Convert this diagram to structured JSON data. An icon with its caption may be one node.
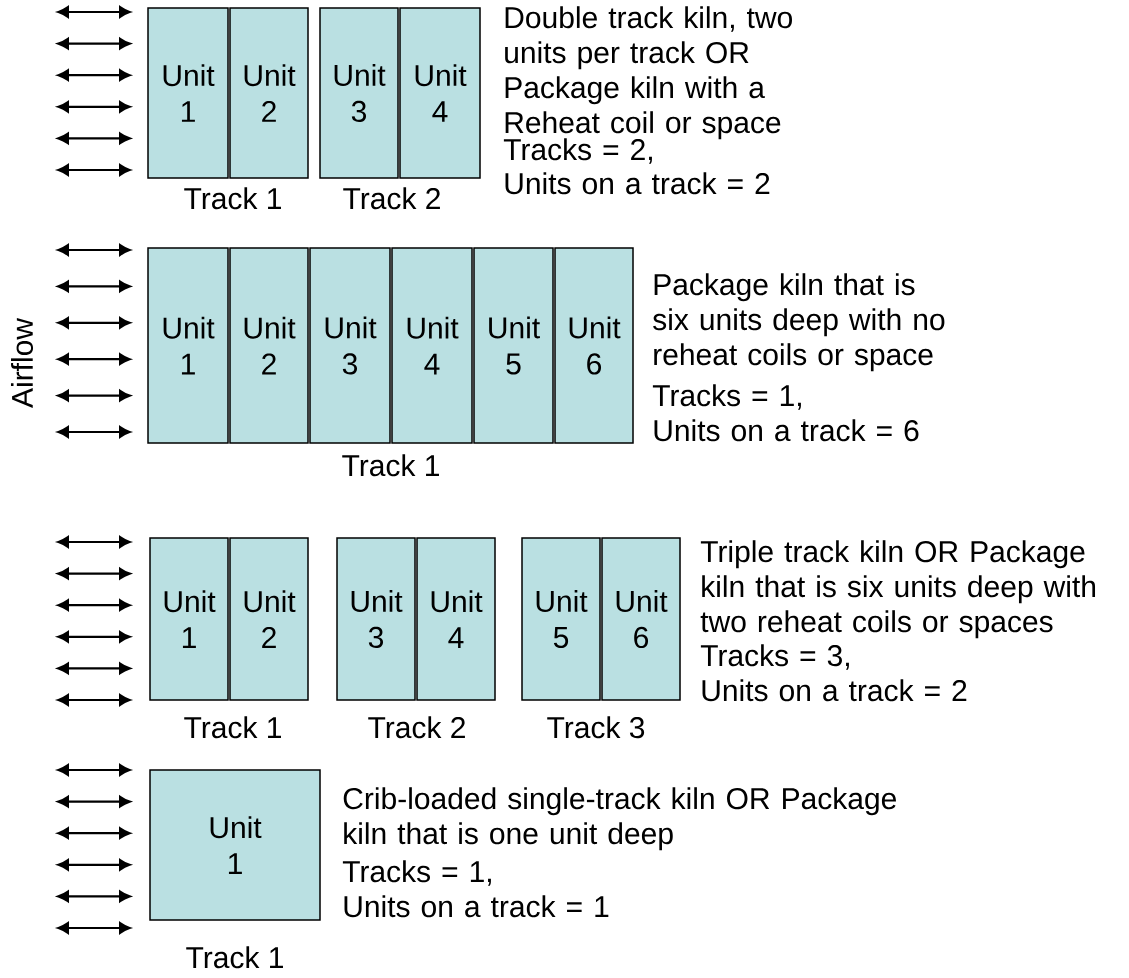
{
  "diagram": {
    "nodes": [
      {
        "text": [
          "Unit 1"
        ]
      },
      {
        "text": [
          "Unit 2"
        ]
      },
      {
        "text": [
          "Unit 3"
        ]
      },
      {
        "text": [
          "Unit 4"
        ]
      },
      {
        "text": [
          "Unit 1"
        ]
      },
      {
        "text": [
          "Unit 2"
        ]
      },
      {
        "text": [
          "Unit 3"
        ]
      },
      {
        "text": [
          "Unit 4"
        ]
      },
      {
        "text": [
          "Unit 5"
        ]
      },
      {
        "text": [
          "Unit 6"
        ]
      },
      {
        "text": [
          "Unit 1"
        ]
      },
      {
        "text": [
          "Unit 2"
        ]
      },
      {
        "text": [
          "Unit 3"
        ]
      },
      {
        "text": [
          "Unit 4"
        ]
      },
      {
        "text": [
          "Unit 5"
        ]
      },
      {
        "text": [
          "Unit 6"
        ]
      },
      {
        "text": [
          "Unit 1"
        ]
      }
    ],
    "labels": [
      "Double track kiln, two units per track OR Package kiln with a Reheat coil or space",
      "Tracks = 2,",
      "Track 1",
      "Track 2",
      "Units on a track = 2",
      "Airflow",
      "Package kiln that is six units deep with no reheat coils or space",
      "Tracks = 1,",
      "Units on a track = 6",
      "Track 1",
      "Triple track kiln OR Package kiln that is six units deep with two reheat coils or spaces",
      "Tracks = 3,",
      "Units on a track = 2",
      "Track 1",
      "Track 2",
      "Track 3",
      "Crib-loaded single-track kiln OR Package kiln that is one unit deep",
      "Tracks = 1,",
      "Units on a track = 1",
      "Track 1"
    ]
  }
}
